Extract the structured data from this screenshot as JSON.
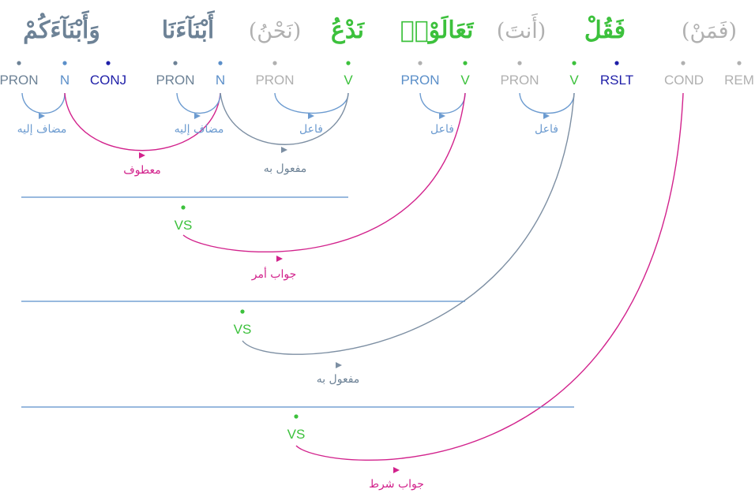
{
  "colors": {
    "pron": "#5b8fc9",
    "noun": "#5b8fc9",
    "conj": "#1f1fa8",
    "verb": "#3cc13c",
    "rslt": "#1f1fa8",
    "hidden": "#b0b0b0",
    "deep": "#6d8296",
    "arc_grey": "#7d8fa3",
    "arc_magenta": "#d2228c",
    "arc_blue": "#6c9bd0",
    "line_blue": "#5b8fc9"
  },
  "words": [
    {
      "id": "w1",
      "text": "وَأَبْنَآءَكُمْ",
      "hidden": false
    },
    {
      "id": "w2",
      "text": "أَبْنَآءَنَا",
      "hidden": false
    },
    {
      "id": "w3",
      "text": "(نَحْنُ)",
      "hidden": true
    },
    {
      "id": "w4",
      "text": "نَدْعُ",
      "hidden": false
    },
    {
      "id": "w5",
      "text": "تَعَالَوْا۟",
      "hidden": false
    },
    {
      "id": "w6",
      "text": "(أَنتَ)",
      "hidden": true
    },
    {
      "id": "w7",
      "text": "فَقُلْ",
      "hidden": false
    },
    {
      "id": "w8",
      "text": "(فَمَنْ)",
      "hidden": true
    }
  ],
  "tags": [
    {
      "id": "t1",
      "text": "PRON"
    },
    {
      "id": "t2",
      "text": "N"
    },
    {
      "id": "t3",
      "text": "CONJ"
    },
    {
      "id": "t4",
      "text": "PRON"
    },
    {
      "id": "t5",
      "text": "N"
    },
    {
      "id": "t6",
      "text": "PRON"
    },
    {
      "id": "t7",
      "text": "V"
    },
    {
      "id": "t8",
      "text": "PRON"
    },
    {
      "id": "t9",
      "text": "V"
    },
    {
      "id": "t10",
      "text": "PRON"
    },
    {
      "id": "t11",
      "text": "V"
    },
    {
      "id": "t12",
      "text": "RSLT"
    },
    {
      "id": "t13",
      "text": "COND"
    },
    {
      "id": "t14",
      "text": "REM"
    }
  ],
  "relations": [
    {
      "id": "r1",
      "label": "مضاف إليه"
    },
    {
      "id": "r2",
      "label": "معطوف"
    },
    {
      "id": "r3",
      "label": "مضاف إليه"
    },
    {
      "id": "r4",
      "label": "فاعل"
    },
    {
      "id": "r5",
      "label": "مفعول به"
    },
    {
      "id": "r6",
      "label": "فاعل"
    },
    {
      "id": "r7",
      "label": "فاعل"
    },
    {
      "id": "r8",
      "label": "جواب أمر"
    },
    {
      "id": "r9",
      "label": "مفعول به"
    },
    {
      "id": "r10",
      "label": "جواب شرط"
    }
  ],
  "subgraphs": [
    {
      "id": "s1",
      "label": "VS"
    },
    {
      "id": "s2",
      "label": "VS"
    },
    {
      "id": "s3",
      "label": "VS"
    }
  ]
}
